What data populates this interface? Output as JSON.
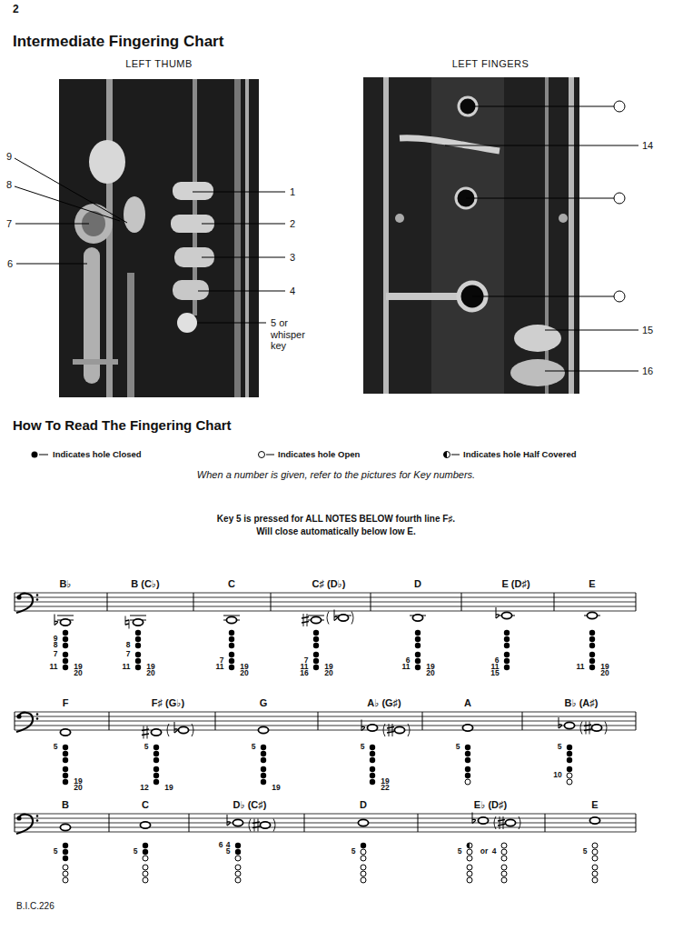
{
  "diagram": {
    "title": "Intermediate Fingering Chart",
    "labels": [
      "2",
      "LEFT THUMB",
      "LEFT FINGERS",
      "9",
      "8",
      "7",
      "6",
      "1",
      "2",
      "3",
      "4",
      "5 or whisper key",
      "14",
      "15",
      "16",
      "How To Read The Fingering Chart",
      "When a number is given, refer to the pictures for Key numbers.",
      "Key 5 is pressed for ALL NOTES BELOW fourth line F♯.",
      "Will close automatically below low E.",
      "B♭",
      "B (C♭)",
      "C",
      "C♯ (D♭)",
      "D",
      "E (D♯)",
      "E",
      "F",
      "F♯ (G♭)",
      "G",
      "A♭ (G♯)",
      "A",
      "B♭ (A♯)",
      "B",
      "C",
      "D♭ (C♯)",
      "D",
      "E♭ (D♯)",
      "E",
      "9",
      "8",
      "7",
      "11",
      "19",
      "20",
      "8",
      "7",
      "11",
      "19",
      "20",
      "7",
      "11",
      "19",
      "20",
      "7",
      "11",
      "16",
      "19",
      "20",
      "6",
      "11",
      "19",
      "20",
      "6",
      "11",
      "15",
      "11",
      "19",
      "20",
      "5",
      "19",
      "20",
      "5",
      "12",
      "19",
      "5",
      "19",
      "5",
      "19",
      "22",
      "5",
      "5",
      "10",
      "5",
      "5",
      "6",
      "4",
      "5",
      "5",
      "5",
      "or",
      "4",
      "5",
      "B.I.C.226"
    ],
    "legend": [
      {
        "text": "Indicates hole Closed"
      },
      {
        "text": "Indicates hole Open"
      },
      {
        "text": "Indicates hole Half Covered"
      }
    ]
  }
}
